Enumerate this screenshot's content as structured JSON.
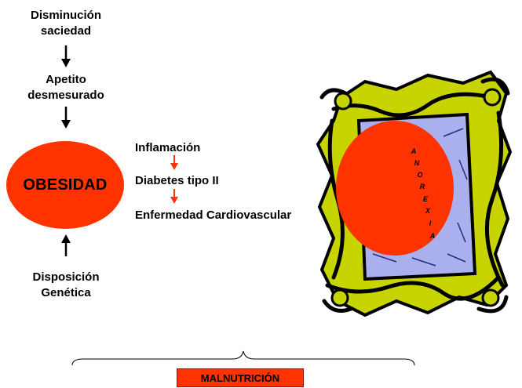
{
  "top_factors": {
    "line1": "Disminución",
    "line2": "saciedad",
    "line3": "Apetito",
    "line4": "desmesurado"
  },
  "bottom_factor": {
    "line1": "Disposición",
    "line2": "Genética"
  },
  "center_label": "OBESIDAD",
  "consequences": [
    "Inflamación",
    "Diabetes tipo II",
    "Enfermedad Cardiovascular"
  ],
  "frame_label_letters": [
    "A",
    "N",
    "O",
    "R",
    "E",
    "X",
    "I",
    "A"
  ],
  "bottom_label": "MALNUTRICIÓN",
  "colors": {
    "accent_red": "#ff3300",
    "arrow_red": "#ff3300",
    "frame_yellow": "#c8d400",
    "frame_inner": "#aab0ee"
  }
}
